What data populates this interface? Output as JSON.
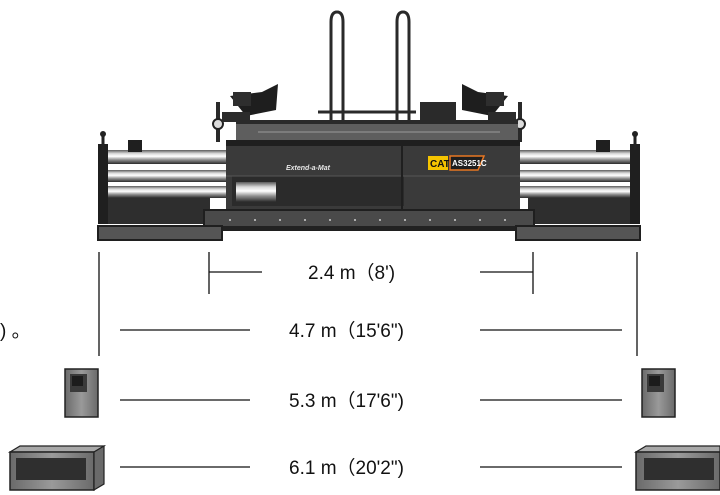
{
  "machine": {
    "brand_logo": "CAT",
    "model": "AS3251C",
    "extension_label": "Extend-a-Mat"
  },
  "dimensions": [
    {
      "label": "2.4 m（8')"
    },
    {
      "label": "4.7 m（15'6\")"
    },
    {
      "label": "5.3 m（17'6\")"
    },
    {
      "label": "6.1 m（20'2\")"
    }
  ],
  "stray_text": ") 。",
  "colors": {
    "body": "#3a3a3a",
    "dark": "#1e1e1e",
    "frame": "#2a2a2a",
    "chrome_light": "#e6e6e6",
    "chrome_mid": "#9a9a9a",
    "brand_yellow": "#f5c400",
    "brand_orange": "#e87722",
    "block": "#7d7d7d",
    "block_dark": "#3a3a3a",
    "line": "#111111"
  }
}
